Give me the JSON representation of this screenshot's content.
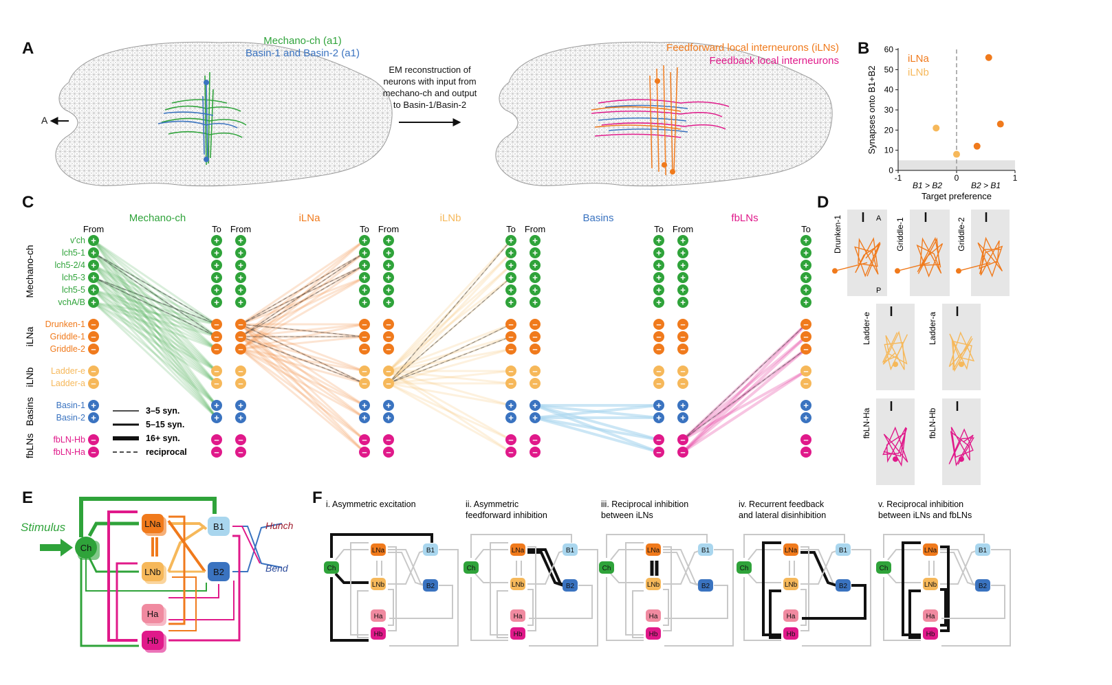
{
  "panels": {
    "a": "A",
    "b": "B",
    "c": "C",
    "d": "D",
    "e": "E",
    "f": "F"
  },
  "colors": {
    "mechano": "#2fa33a",
    "ilna": "#f07a1c",
    "ilnb": "#f6b85a",
    "basin": "#3a73c0",
    "fbln": "#e0198a",
    "basinLight": "#a9d6ee",
    "haLight": "#f08aa0",
    "grey": "#c8c8c8",
    "dark": "#111111"
  },
  "panelA": {
    "left_title1": "Mechano-ch (a1)",
    "left_title2": "Basin-1 and Basin-2 (a1)",
    "axis_label": "A",
    "arrow_text": [
      "EM reconstruction of",
      "neurons with input from",
      "mechano-ch and output",
      "to Basin-1/Basin-2"
    ],
    "right_title1": "Feedforward local interneurons (iLNs)",
    "right_title2": "Feedback local interneurons"
  },
  "chart_data": {
    "type": "scatter",
    "ylabel": "Synapses onto B1+B2",
    "xlabel": "Target preference",
    "x_tick_labels": [
      "-1",
      "0",
      "1"
    ],
    "x_extra_labels": [
      "B1 > B2",
      "B2 > B1"
    ],
    "y_ticks": [
      "0",
      "10",
      "20",
      "30",
      "40",
      "50",
      "60"
    ],
    "xlim": [
      -1,
      1
    ],
    "ylim": [
      0,
      60
    ],
    "shaded_band": [
      0,
      5
    ],
    "series": [
      {
        "name": "iLNa",
        "points": [
          [
            0.55,
            56
          ],
          [
            0.75,
            23
          ],
          [
            0.35,
            12
          ]
        ]
      },
      {
        "name": "iLNb",
        "points": [
          [
            -0.35,
            21
          ],
          [
            0.0,
            8
          ]
        ]
      }
    ]
  },
  "panelC": {
    "headers": [
      "Mechano-ch",
      "iLNa",
      "iLNb",
      "Basins",
      "fbLNs"
    ],
    "from_label": "From",
    "to_label": "To",
    "groups": [
      "Mechano-ch",
      "iLNa",
      "iLNb",
      "Basins",
      "fbLNs"
    ],
    "rows": [
      "v'ch",
      "lch5-1",
      "lch5-2/4",
      "lch5-3",
      "lch5-5",
      "vchA/B",
      "Drunken-1",
      "Griddle-1",
      "Griddle-2",
      "Ladder-e",
      "Ladder-a",
      "Basin-1",
      "Basin-2",
      "fbLN-Hb",
      "fbLN-Ha"
    ],
    "legend": [
      "3–5 syn.",
      "5–15 syn.",
      "16+ syn.",
      "reciprocal"
    ]
  },
  "panelD": {
    "labels": [
      "Drunken-1",
      "Griddle-1",
      "Griddle-2",
      "Ladder-e",
      "Ladder-a",
      "fbLN-Ha",
      "fbLN-Hb"
    ],
    "axis_a": "A",
    "axis_p": "P"
  },
  "panelE": {
    "stimulus": "Stimulus",
    "hunch": "Hunch",
    "bend": "Bend",
    "nodes": {
      "ch": "Ch",
      "lna": "LNa",
      "lnb": "LNb",
      "b1": "B1",
      "b2": "B2",
      "ha": "Ha",
      "hb": "Hb"
    }
  },
  "panelF": {
    "titles": [
      [
        "i. Asymmetric excitation",
        ""
      ],
      [
        "ii. Asymmetric",
        "feedforward inhibition"
      ],
      [
        "iii. Reciprocal inhibition",
        "between iLNs"
      ],
      [
        "iv. Recurrent feedback",
        "and lateral disinhibition"
      ],
      [
        "v. Reciprocal inhibition",
        "between iLNs and fbLNs"
      ]
    ]
  }
}
